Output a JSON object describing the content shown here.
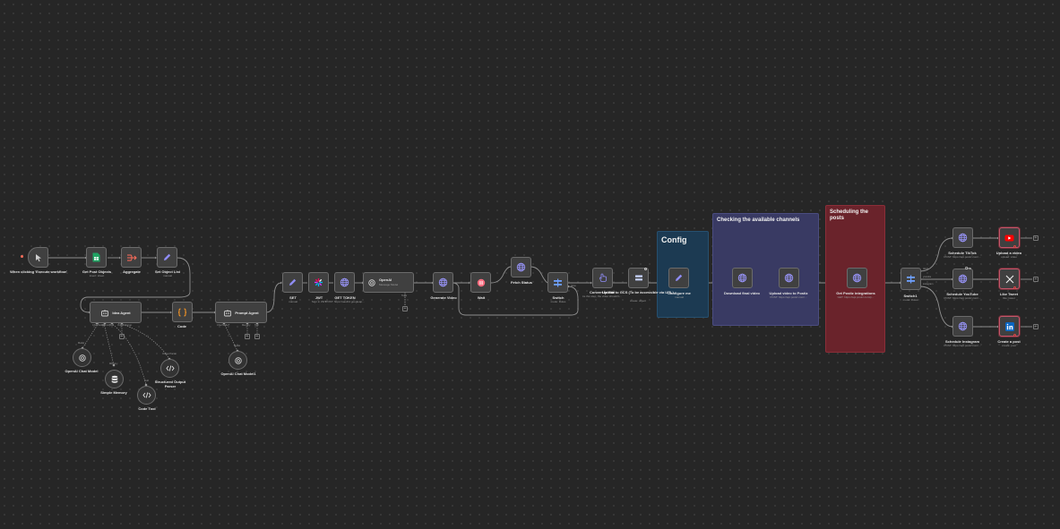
{
  "stickies": [
    {
      "id": "config",
      "title": "Config"
    },
    {
      "id": "channels",
      "title": "Checking the available channels"
    },
    {
      "id": "posts",
      "title": "Scheduling the posts"
    }
  ],
  "nodes": {
    "trigger": {
      "label": "When clicking 'Execute workflow'",
      "icon": "pointer-icon"
    },
    "sheets": {
      "label": "Get Post Objects",
      "sub": "insert: sheet",
      "icon": "sheets-icon"
    },
    "aggregate": {
      "label": "Aggregate",
      "icon": "aggregate-icon"
    },
    "setlist": {
      "label": "Set Object List",
      "sub": "manual",
      "icon": "pencil-icon"
    },
    "idea": {
      "label": "Idea Agent",
      "icon": "robot-icon",
      "ports": [
        "Chat Model*",
        "Memory",
        "Tool",
        "Output Parser"
      ]
    },
    "code": {
      "label": "Code",
      "icon": "code-icon"
    },
    "prompt": {
      "label": "Prompt Agent",
      "icon": "robot-icon",
      "ports": [
        "Chat Model*",
        "Memory",
        "Tool"
      ]
    },
    "set": {
      "label": "SET",
      "sub": "manual",
      "icon": "pencil-icon"
    },
    "jwt": {
      "label": "JWT",
      "sub": "Sign in JWT",
      "icon": "jwt-icon"
    },
    "gettoken": {
      "label": "GET TOKEN",
      "sub": "POST: https://oauth2.googleap...",
      "icon": "globe-icon"
    },
    "openai": {
      "title": "OpenAI",
      "sub": "Message Model",
      "icon": "openai-icon",
      "port": "Tools"
    },
    "generate": {
      "label": "Generate Video",
      "icon": "globe-icon"
    },
    "wait": {
      "label": "Wait",
      "icon": "pause-icon"
    },
    "fetch": {
      "label": "Fetch Status",
      "icon": "globe-icon"
    },
    "switch1": {
      "label": "Switch",
      "sub": "mode: Rules",
      "icon": "switch-icon",
      "port": "done"
    },
    "convert": {
      "label": "Convert to File",
      "sub": "ks this step, the video should b...",
      "icon": "hand-icon"
    },
    "upload": {
      "label": "Upload to GCS (To be accessible via URL)",
      "sub": "create: object",
      "icon": "gcs-icon"
    },
    "configure": {
      "label": "Configure me",
      "sub": "manual",
      "icon": "pencil-icon"
    },
    "download": {
      "label": "Download final video",
      "icon": "globe-icon"
    },
    "uploadpostiz": {
      "label": "Upload video to Postiz",
      "sub": "POST: https://api.postiz.com/...",
      "icon": "globe-icon"
    },
    "getpostiz": {
      "label": "Get Postiz integrations",
      "sub": "GET: https://api.postiz.com/p...",
      "icon": "globe-icon"
    },
    "switch2": {
      "label": "Switch1",
      "sub": "mode: Rules",
      "icon": "switch-icon",
      "ports": [
        "tiktok",
        "youtube",
        "instagram"
      ]
    },
    "tiktok": {
      "label": "Schedule TikTok",
      "sub": "POST: https://api.postiz.com/...",
      "icon": "globe-icon"
    },
    "youtubesch": {
      "label": "Schedule YouTube",
      "sub": "POST: https://api.postiz.com/...",
      "icon": "globe-icon"
    },
    "instagram": {
      "label": "Schedule Instagram",
      "sub": "POST: https://api.postiz.com/...",
      "icon": "globe-icon"
    },
    "ytupload": {
      "label": "Upload a video",
      "sub": "upload: video",
      "icon": "youtube-icon"
    },
    "tweet": {
      "label": "Like Tweet",
      "sub": "like: tweet",
      "icon": "x-icon"
    },
    "linkedin": {
      "label": "Create a post",
      "sub": "create: post",
      "icon": "linkedin-icon"
    },
    "chatmodel1": {
      "label": "OpenAI Chat Model",
      "icon": "openai-icon",
      "port": "Model"
    },
    "memory": {
      "label": "Simple Memory",
      "icon": "database-icon",
      "port": "Memory"
    },
    "codetool": {
      "label": "Code Tool",
      "icon": "code-tool-icon",
      "port": "Tool"
    },
    "parser": {
      "label": "Structured Output Parser",
      "icon": "code-tool-icon",
      "port": "Output Parser"
    },
    "chatmodel2": {
      "label": "OpenAI Chat Model1",
      "icon": "openai-icon",
      "port": "Model"
    }
  },
  "colors": {
    "canvas": "#262626",
    "node": "#404040",
    "wire": "#8f8f8f",
    "trigger_dot": "#ff6d5a",
    "sheets": "#1fa463",
    "accent": "#7b7bf0"
  }
}
